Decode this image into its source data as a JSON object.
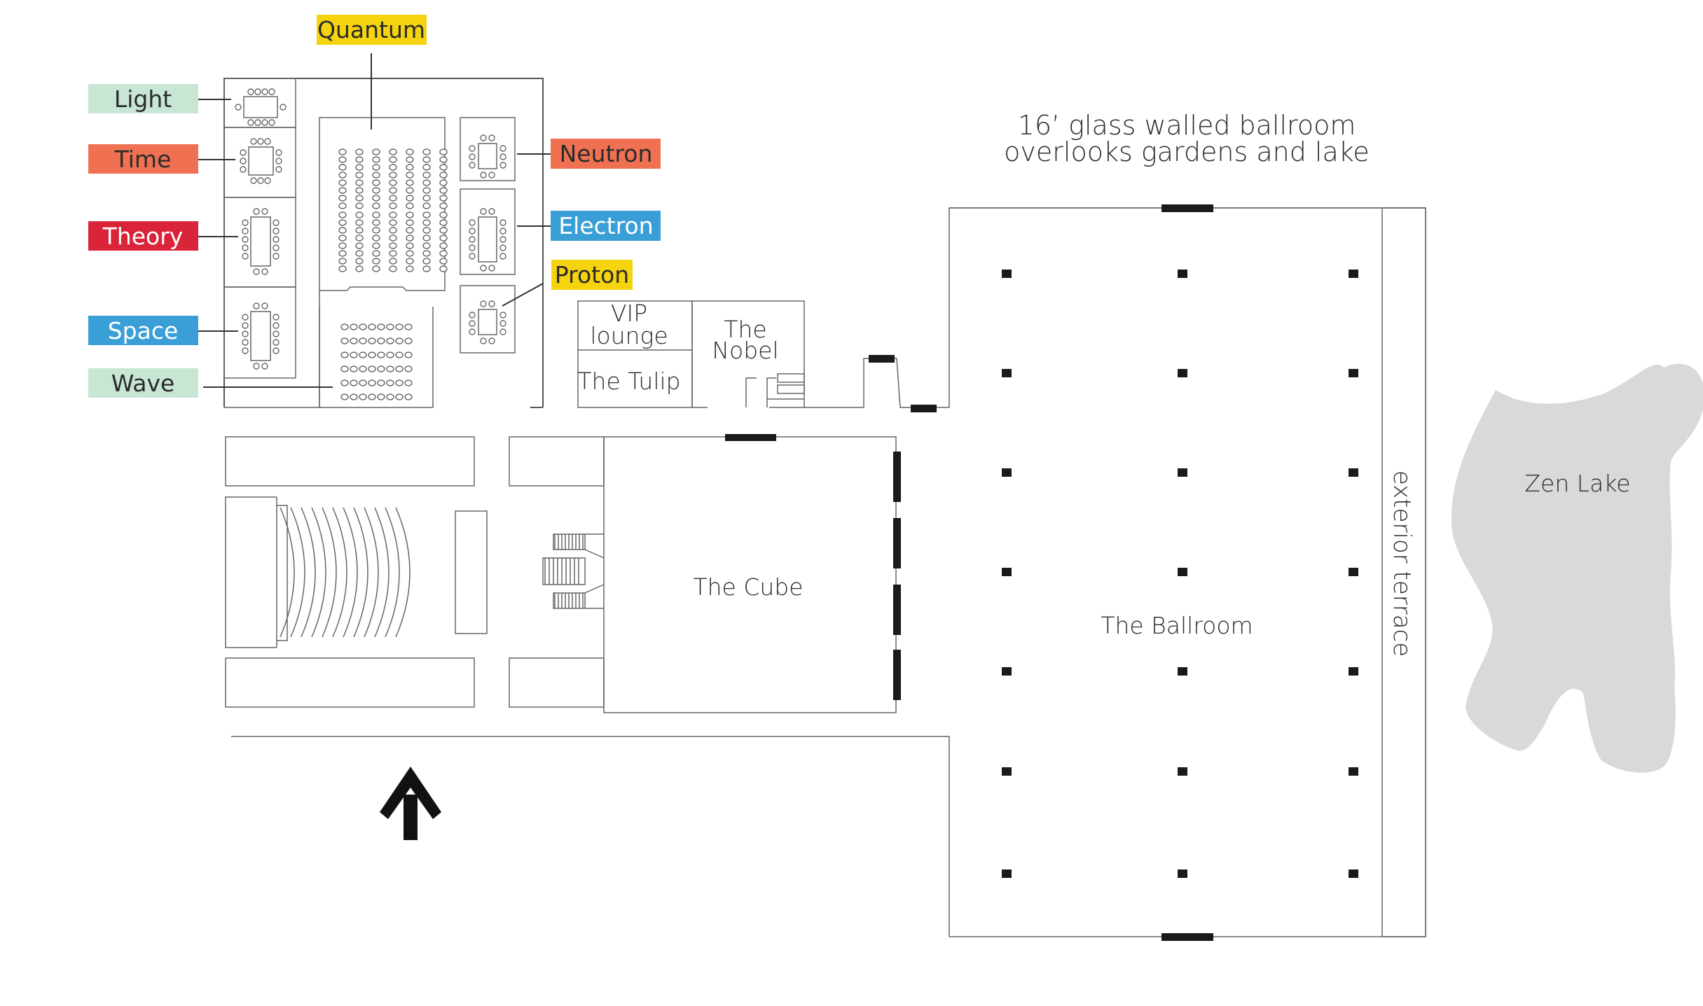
{
  "labels": {
    "light": "Light",
    "time": "Time",
    "theory": "Theory",
    "space": "Space",
    "wave": "Wave",
    "quantum": "Quantum",
    "neutron": "Neutron",
    "electron": "Electron",
    "proton": "Proton"
  },
  "tag_colors": {
    "light": "#c8e6d4",
    "time": "#f07152",
    "theory": "#d9243a",
    "space": "#3a9fd6",
    "wave": "#c8e6d4",
    "quantum": "#f5d30f",
    "neutron": "#f07152",
    "electron": "#3a9fd6",
    "proton": "#f5d30f"
  },
  "rooms": {
    "vip_line1": "VIP",
    "vip_line2": "lounge",
    "tulip": "The Tulip",
    "nobel_line1": "The",
    "nobel_line2": "Nobel",
    "cube": "The Cube",
    "ballroom": "The Ballroom",
    "terrace": "exterior terrace",
    "lake": "Zen Lake"
  },
  "note": {
    "line1": "16’ glass walled ballroom",
    "line2": "overlooks gardens and lake"
  },
  "icons": {
    "entrance": "entrance-arrow-icon"
  },
  "colors": {
    "lake": "#d9d9d9",
    "walls": "#555555",
    "doors": "#1a1a1a"
  }
}
